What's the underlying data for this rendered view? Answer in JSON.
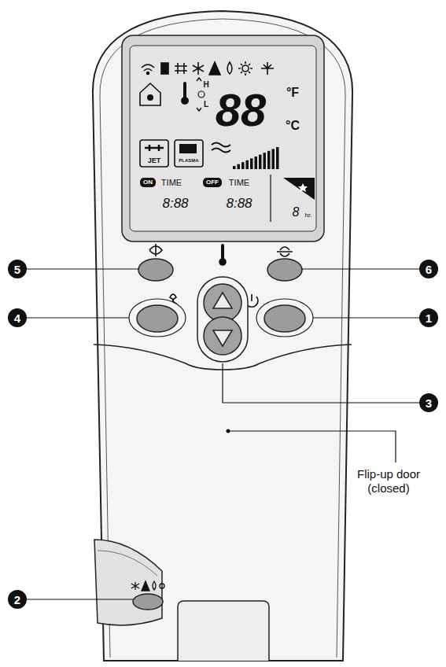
{
  "diagram": {
    "labels": [
      "88",
      "°F",
      "°C",
      "H",
      "L",
      "JET",
      "PLASMA",
      "ON",
      "TIME",
      "8:88",
      "OFF",
      "TIME",
      "8:88",
      "8",
      "hr.",
      "5",
      "6",
      "4",
      "1",
      "3",
      "2",
      "Flip-up door (closed)"
    ]
  }
}
